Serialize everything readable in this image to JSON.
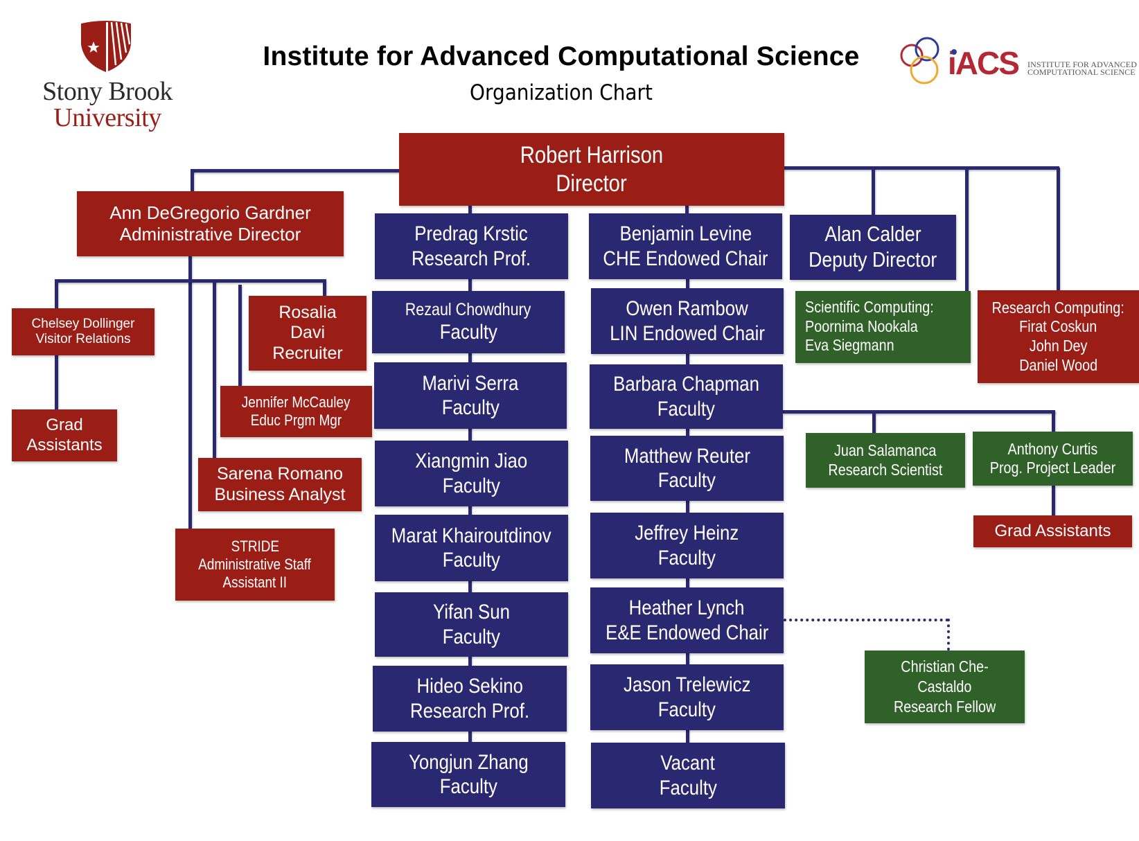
{
  "header": {
    "title": "Institute for Advanced Computational Science",
    "subtitle": "Organization Chart",
    "left_logo": {
      "line1": "Stony Brook",
      "line2": "University",
      "icon": "shield-star-icon"
    },
    "right_logo": {
      "wordmark": "iACS",
      "line1": "INSTITUTE FOR ADVANCED",
      "line2": "COMPUTATIONAL SCIENCE",
      "icon": "rings-icon"
    }
  },
  "colors": {
    "admin_red": "#9A1E16",
    "faculty_navy": "#2A2870",
    "staff_green": "#2F6128",
    "connector": "#2A2870"
  },
  "director": {
    "name": "Robert Harrison",
    "role": "Director"
  },
  "admin": {
    "head": {
      "name": "Ann DeGregorio Gardner",
      "role": "Administrative Director"
    },
    "chelsey": {
      "name": "Chelsey Dollinger",
      "role": "Visitor Relations"
    },
    "grad_left": {
      "line1": "Grad",
      "line2": "Assistants"
    },
    "rosalia": {
      "line1": "Rosalia",
      "line2": "Davi",
      "line3": "Recruiter"
    },
    "jennifer": {
      "name": "Jennifer McCauley",
      "role": "Educ Prgm Mgr"
    },
    "sarena": {
      "name": "Sarena Romano",
      "role": "Business Analyst"
    },
    "stride": {
      "line1": "STRIDE",
      "line2": "Administrative Staff",
      "line3": "Assistant II"
    }
  },
  "faculty_left": [
    {
      "name": "Predrag Krstic",
      "role": "Research Prof."
    },
    {
      "name": "Rezaul Chowdhury",
      "role": "Faculty"
    },
    {
      "name": "Marivi Serra",
      "role": "Faculty"
    },
    {
      "name": "Xiangmin Jiao",
      "role": "Faculty"
    },
    {
      "name": "Marat Khairoutdinov",
      "role": "Faculty"
    },
    {
      "name": "Yifan Sun",
      "role": "Faculty"
    },
    {
      "name": "Hideo Sekino",
      "role": "Research Prof."
    },
    {
      "name": "Yongjun Zhang",
      "role": "Faculty"
    }
  ],
  "faculty_right": [
    {
      "name": "Benjamin Levine",
      "role": "CHE Endowed Chair"
    },
    {
      "name": "Owen Rambow",
      "role": "LIN Endowed Chair"
    },
    {
      "name": "Barbara Chapman",
      "role": "Faculty"
    },
    {
      "name": "Matthew Reuter",
      "role": "Faculty"
    },
    {
      "name": "Jeffrey Heinz",
      "role": "Faculty"
    },
    {
      "name": "Heather Lynch",
      "role": "E&E Endowed Chair"
    },
    {
      "name": "Jason Trelewicz",
      "role": "Faculty"
    },
    {
      "name": "Vacant",
      "role": "Faculty"
    }
  ],
  "deputy": {
    "name": "Alan Calder",
    "role": "Deputy Director"
  },
  "scientific_computing": {
    "heading": "Scientific Computing:",
    "members": [
      "Poornima Nookala",
      "Eva Siegmann"
    ]
  },
  "research_computing": {
    "heading": "Research Computing:",
    "members": [
      "Firat Coskun",
      "John Dey",
      "Daniel Wood"
    ]
  },
  "chapman_reports": {
    "juan": {
      "name": "Juan Salamanca",
      "role": "Research Scientist"
    },
    "anthony": {
      "name": "Anthony Curtis",
      "role": "Prog. Project Leader"
    },
    "grad_right": {
      "label": "Grad Assistants"
    }
  },
  "lynch_dotted_report": {
    "line1": "Christian Che-",
    "line2": "Castaldo",
    "line3": "Research Fellow"
  }
}
